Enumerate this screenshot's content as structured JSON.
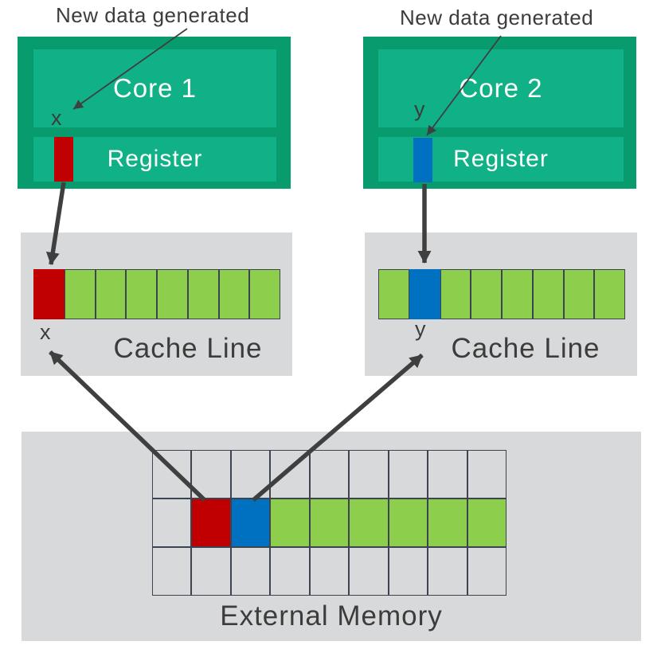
{
  "annotations": {
    "left_note": "New data generated",
    "right_note": "New data generated"
  },
  "cores": [
    {
      "name": "Core 1",
      "register_label": "Register",
      "var": "x",
      "var_color": "#C00000"
    },
    {
      "name": "Core 2",
      "register_label": "Register",
      "var": "y",
      "var_color": "#0070C0"
    }
  ],
  "cache_lines": {
    "left": {
      "label": "Cache Line",
      "var": "x",
      "cells": [
        "red",
        "green",
        "green",
        "green",
        "green",
        "green",
        "green",
        "green"
      ]
    },
    "right": {
      "label": "Cache Line",
      "var": "y",
      "cells": [
        "green",
        "blue",
        "green",
        "green",
        "green",
        "green",
        "green",
        "green"
      ]
    }
  },
  "memory": {
    "label": "External Memory",
    "rows": [
      [
        "gray",
        "gray",
        "gray",
        "gray",
        "gray",
        "gray",
        "gray",
        "gray",
        "gray"
      ],
      [
        "gray",
        "red",
        "blue",
        "green",
        "green",
        "green",
        "green",
        "green",
        "green"
      ],
      [
        "gray",
        "gray",
        "gray",
        "gray",
        "gray",
        "gray",
        "gray",
        "gray",
        "gray"
      ]
    ]
  },
  "colors": {
    "core_outer": "#089B6E",
    "core_inner": "#10B186",
    "panel_gray": "#D8D9DA",
    "red": "#C00000",
    "blue": "#0070C0",
    "green": "#8DCE4D",
    "gray": "#D8D9DA",
    "grid_border": "#3B4450",
    "arrow": "#3F3F3F",
    "text_dark": "#3C3C3C",
    "text_light": "#FFFFFF"
  }
}
